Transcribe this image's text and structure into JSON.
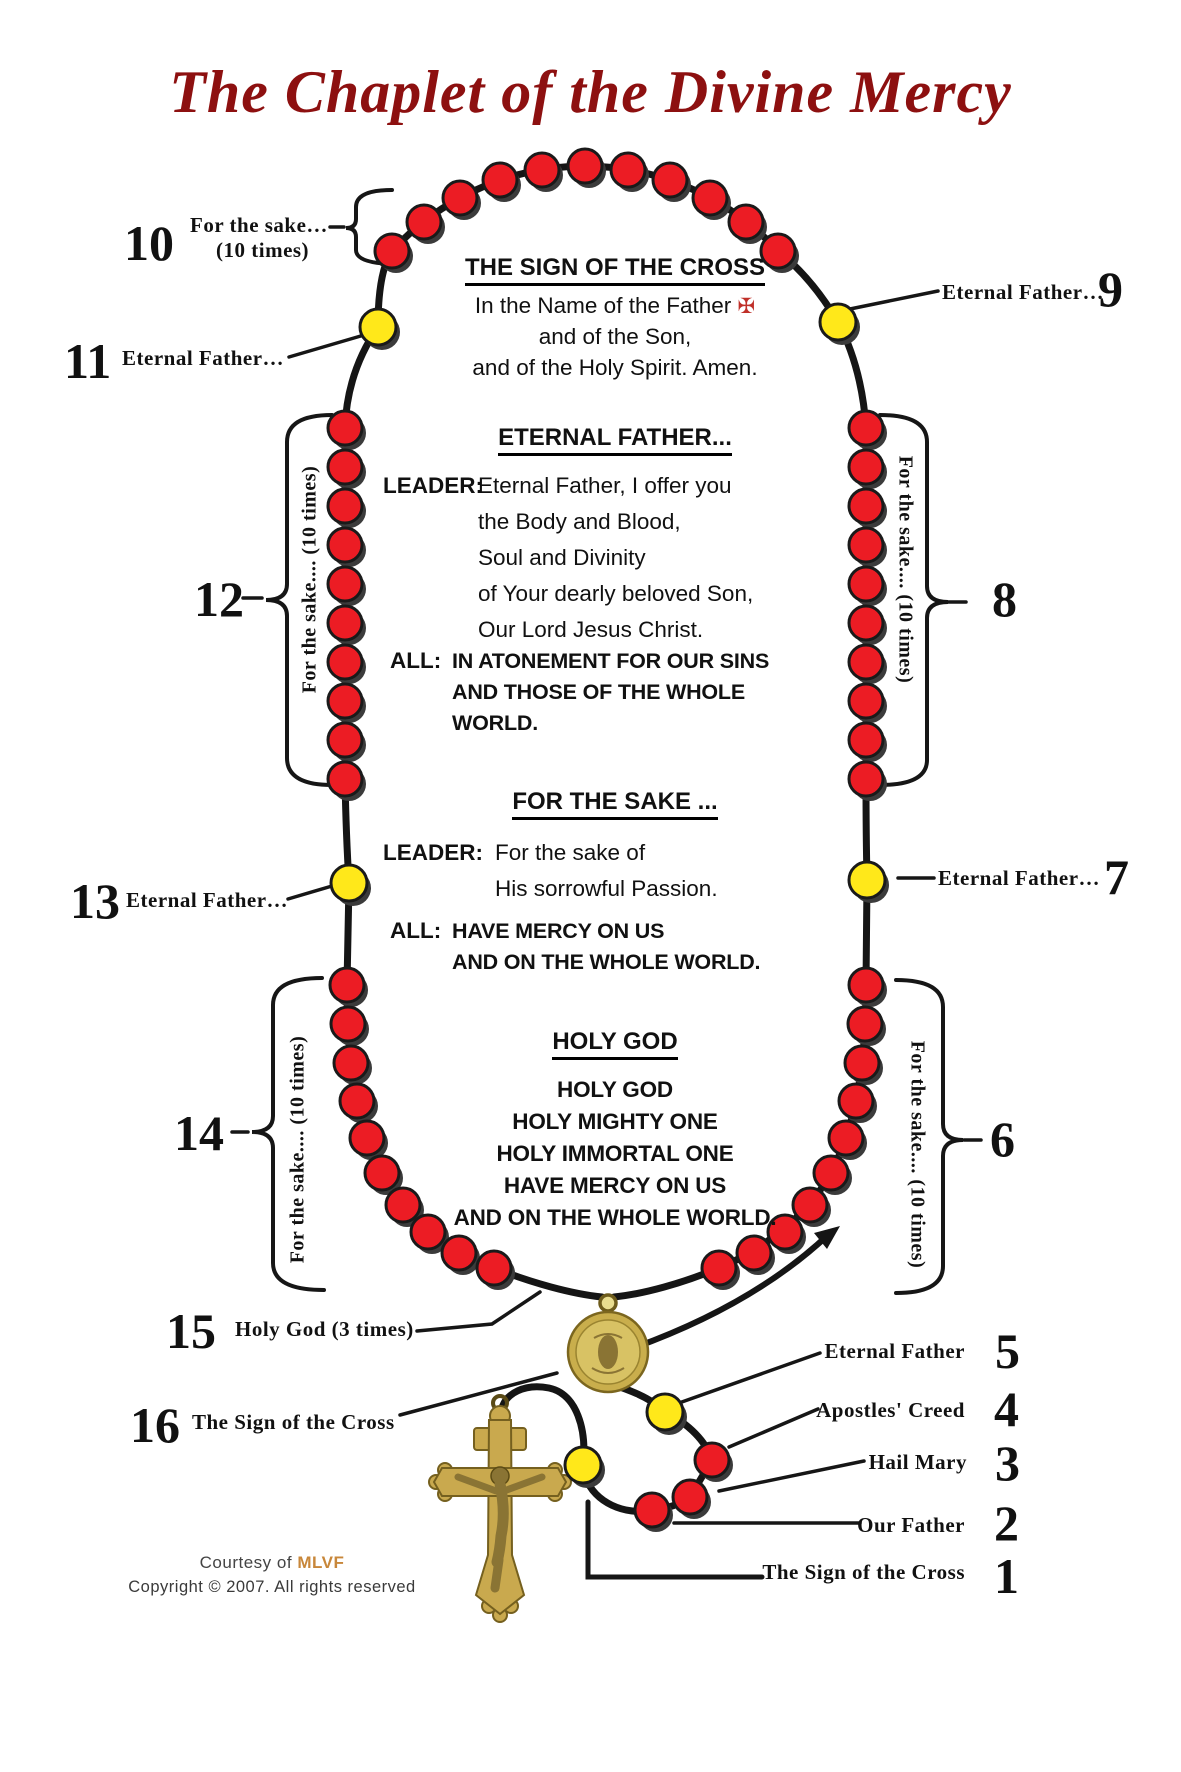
{
  "title": "The Chaplet of the Divine Mercy",
  "prayers": {
    "sign_of_cross": {
      "heading": "THE SIGN OF THE CROSS",
      "line1": "In the Name of the Father",
      "cross_symbol": "✠",
      "line2": "and of the Son,",
      "line3": "and of the Holy Spirit.  Amen."
    },
    "eternal_father": {
      "heading": "ETERNAL FATHER...",
      "leader_label": "LEADER:",
      "leader_lines": [
        "Eternal Father, I offer you",
        "the Body and Blood,",
        "Soul and Divinity",
        "of Your dearly beloved Son,",
        "Our Lord Jesus Christ."
      ],
      "all_label": "ALL:",
      "all_lines": [
        "IN ATONEMENT FOR OUR SINS",
        "AND THOSE OF THE WHOLE",
        "WORLD."
      ]
    },
    "for_the_sake": {
      "heading": "FOR THE SAKE ...",
      "leader_label": "LEADER:",
      "leader_lines": [
        "For the sake of",
        "His sorrowful Passion."
      ],
      "all_label": "ALL:",
      "all_lines": [
        "HAVE MERCY ON US",
        "AND ON THE WHOLE WORLD."
      ]
    },
    "holy_god": {
      "heading": "HOLY GOD",
      "lines": [
        "HOLY GOD",
        "HOLY MIGHTY ONE",
        "HOLY IMMORTAL ONE",
        "HAVE MERCY ON US",
        "AND ON THE WHOLE WORLD."
      ]
    }
  },
  "callouts": {
    "n1": {
      "num": "1",
      "label": "The Sign of the Cross"
    },
    "n2": {
      "num": "2",
      "label": "Our Father"
    },
    "n3": {
      "num": "3",
      "label": "Hail Mary"
    },
    "n4": {
      "num": "4",
      "label": "Apostles' Creed"
    },
    "n5": {
      "num": "5",
      "label": "Eternal Father"
    },
    "n6": {
      "num": "6",
      "bracket": "For the sake.... (10 times)"
    },
    "n7": {
      "num": "7",
      "label": "Eternal Father…"
    },
    "n8": {
      "num": "8",
      "bracket": "For the sake.... (10 times)"
    },
    "n9": {
      "num": "9",
      "label": "Eternal Father…"
    },
    "n10": {
      "num": "10",
      "label": "For the sake…",
      "label2": "(10 times)"
    },
    "n11": {
      "num": "11",
      "label": "Eternal Father…"
    },
    "n12": {
      "num": "12",
      "bracket": "For the sake.... (10 times)"
    },
    "n13": {
      "num": "13",
      "label": "Eternal Father…"
    },
    "n14": {
      "num": "14",
      "bracket": "For the sake.... (10 times)"
    },
    "n15": {
      "num": "15",
      "label": "Holy God (3 times)"
    },
    "n16": {
      "num": "16",
      "label": "The Sign of the Cross"
    }
  },
  "footer": {
    "courtesy_prefix": "Courtesy of",
    "courtesy_org": "MLVF",
    "copyright": "Copyright © 2007.  All rights reserved"
  },
  "colors": {
    "title_red": "#8d1010",
    "bead_red": "#EC1C24",
    "bead_yellow": "#FFE81A",
    "chain_black": "#151515",
    "gold": "#C9A94E"
  }
}
